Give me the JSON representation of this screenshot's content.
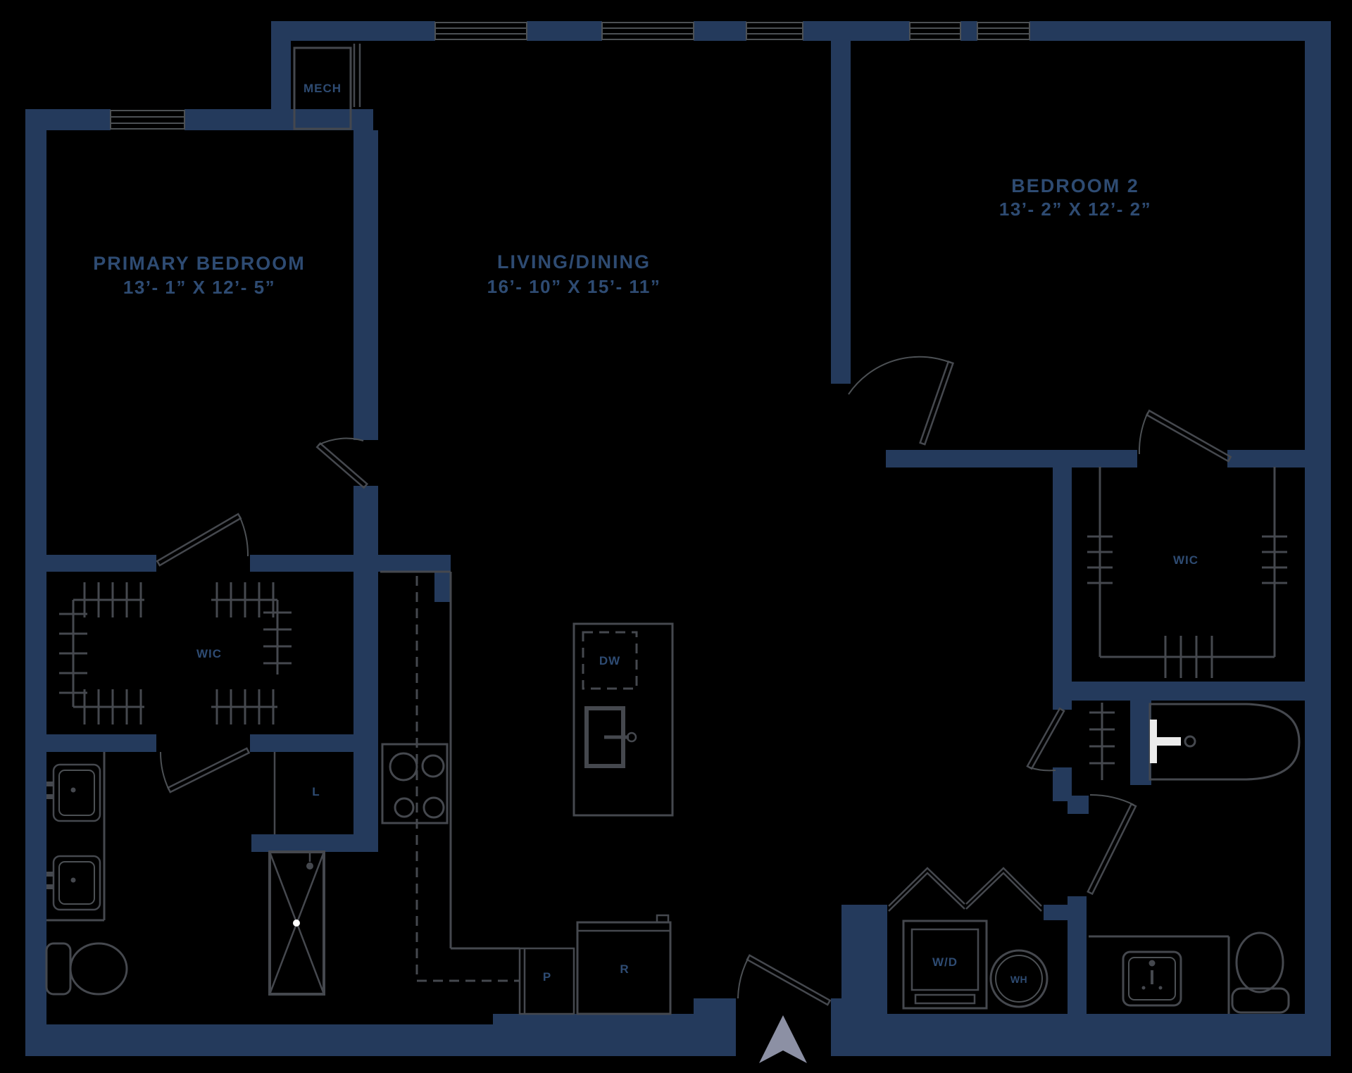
{
  "rooms": {
    "primary_bedroom": {
      "name": "PRIMARY BEDROOM",
      "dims": "13’- 1” X 12’- 5”"
    },
    "living_dining": {
      "name": "LIVING/DINING",
      "dims": "16’- 10” X 15’- 11”"
    },
    "bedroom_2": {
      "name": "BEDROOM 2",
      "dims": "13’- 2” X 12’- 2”"
    }
  },
  "labels": {
    "mech": "MECH",
    "wic_primary": "WIC",
    "wic_bedroom_2": "WIC",
    "linen_closet": "L",
    "dishwasher": "DW",
    "pantry": "P",
    "refrigerator": "R",
    "washer_dryer": "W/D",
    "water_heater": "WH"
  },
  "colors": {
    "background": "#000000",
    "wall": "#243A5C",
    "fixture_line": "#45484E",
    "label_text": "#2E4B72",
    "north_arrow": "#8C90A4",
    "fixture_white": "#ECECEC"
  }
}
